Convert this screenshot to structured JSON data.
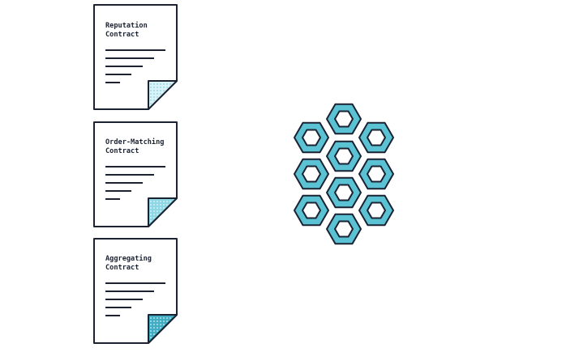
{
  "colors": {
    "outline": "#1b2333",
    "hex_fill": "#5bc2d4",
    "corner_light": "#d9f3f8",
    "corner_medium": "#8fd7e4",
    "corner_dark": "#41adc2",
    "paper": "#ffffff"
  },
  "documents": [
    {
      "title_line1": "Reputation",
      "title_line2": "Contract",
      "corner_style": "light"
    },
    {
      "title_line1": "Order-Matching",
      "title_line2": "Contract",
      "corner_style": "medium"
    },
    {
      "title_line1": "Aggregating",
      "title_line2": "Contract",
      "corner_style": "dark"
    }
  ],
  "cluster": {
    "icon": "hexagon-cluster-icon",
    "cell_count": 10
  }
}
